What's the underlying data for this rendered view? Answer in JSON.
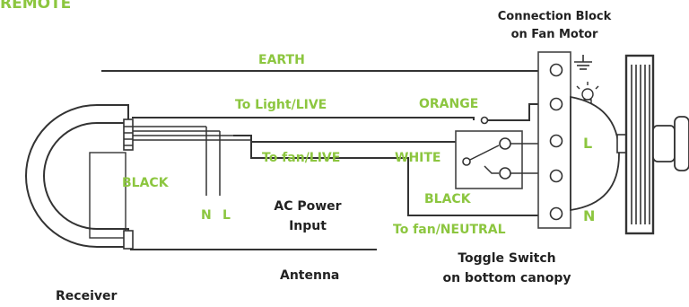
{
  "diagram": {
    "title_partial": "REMOTE",
    "connection_block_label": [
      "Connection Block",
      "on Fan Motor"
    ],
    "wire_labels": {
      "earth": "EARTH",
      "to_light_live": "To Light/LIVE",
      "orange": "ORANGE",
      "to_fan_live": "To fan/LIVE",
      "white": "WHITE",
      "black_left": "BLACK",
      "black_right": "BLACK",
      "to_fan_neutral": "To fan/NEUTRAL"
    },
    "terminal_labels": {
      "n": "N",
      "l": "L"
    },
    "ac_power_label": [
      "AC Power",
      "Input"
    ],
    "antenna_label": "Antenna",
    "receiver_label": "Receiver",
    "toggle_switch_label": [
      "Toggle Switch",
      "on bottom canopy"
    ],
    "motor_terminal_labels": {
      "l": "L",
      "n": "N"
    },
    "colors": {
      "label_green": "#8cc63f",
      "line_dark": "#333333"
    }
  }
}
